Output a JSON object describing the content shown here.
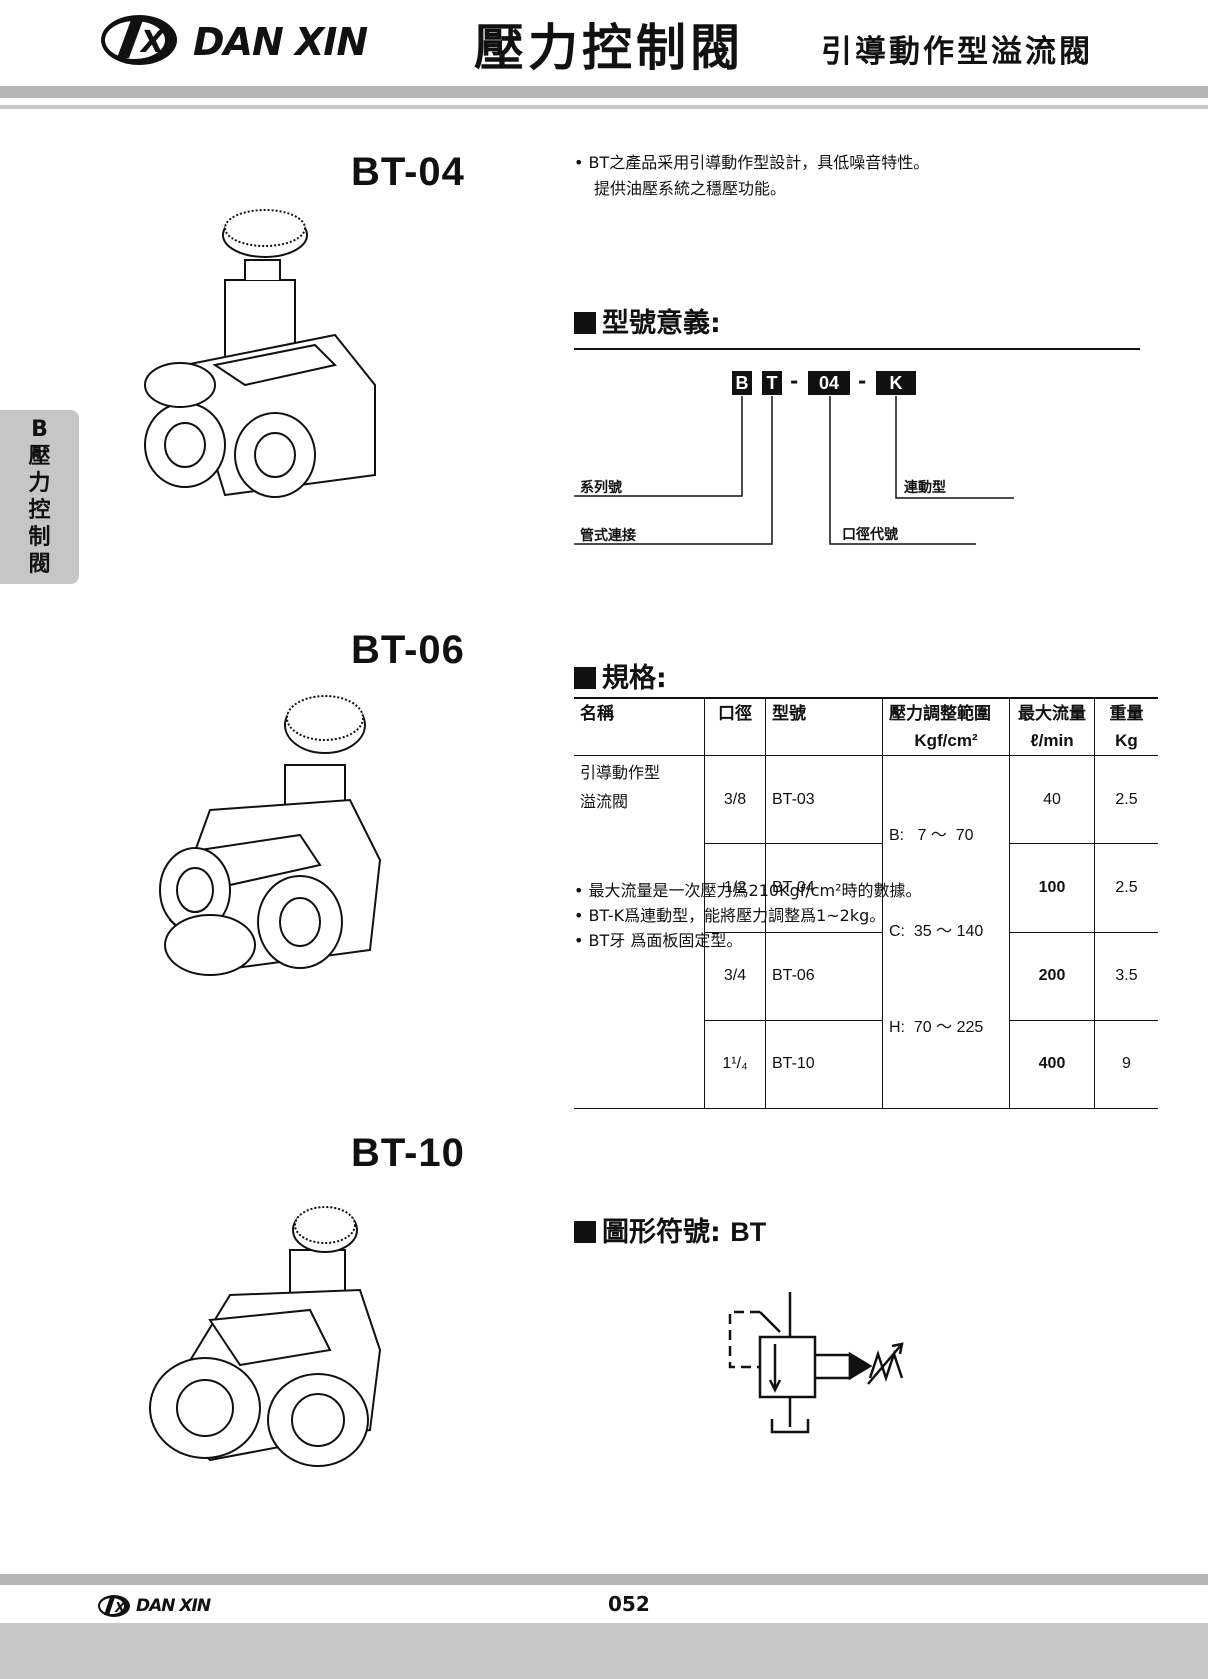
{
  "header": {
    "brand": "DAN XIN",
    "logo_letters": "DX",
    "title_main": "壓力控制閥",
    "title_sub": "引導動作型溢流閥"
  },
  "side_tab": [
    "B",
    "壓",
    "力",
    "控",
    "制",
    "閥"
  ],
  "models": [
    "BT-04",
    "BT-06",
    "BT-10"
  ],
  "description": [
    "BT之產品采用引導動作型設計，具低噪音特性。",
    "提供油壓系統之穩壓功能。"
  ],
  "model_code": {
    "title": "型號意義:",
    "parts": [
      "B",
      "T",
      "-",
      "04",
      "-",
      "K"
    ],
    "labels": {
      "series": "系列號",
      "piping": "管式連接",
      "linked": "連動型",
      "size_code": "口徑代號"
    }
  },
  "spec": {
    "title": "規格:",
    "headers": {
      "name": "名稱",
      "size": "口徑",
      "model": "型號",
      "pressure": "壓力調整範圍",
      "pressure_unit": "Kgf/cm²",
      "flow": "最大流量",
      "flow_unit": "ℓ/min",
      "weight": "重量",
      "weight_unit": "Kg"
    },
    "name_lines": [
      "引導動作型",
      "溢流閥"
    ],
    "rows": [
      {
        "size": "3/8",
        "model": "BT-03",
        "flow": "40",
        "weight": "2.5"
      },
      {
        "size": "1/2",
        "model": "BT-04",
        "flow": "100",
        "weight": "2.5"
      },
      {
        "size": "3/4",
        "model": "BT-06",
        "flow": "200",
        "weight": "3.5"
      },
      {
        "size": "1¹/₄",
        "model": "BT-10",
        "flow": "400",
        "weight": "9"
      }
    ],
    "pressure_ranges": [
      "B:   7 ～  70",
      "C:  35 ～ 140",
      "H:  70 ～ 225"
    ]
  },
  "notes": [
    "最大流量是一次壓力爲210Kgf/cm²時的數據。",
    "BT-K爲連動型，能將壓力調整爲1~2kg。",
    "BT牙 爲面板固定型。"
  ],
  "symbol": {
    "title": "圖形符號:",
    "code": "BT"
  },
  "footer": {
    "brand": "DAN XIN",
    "page": "052"
  }
}
